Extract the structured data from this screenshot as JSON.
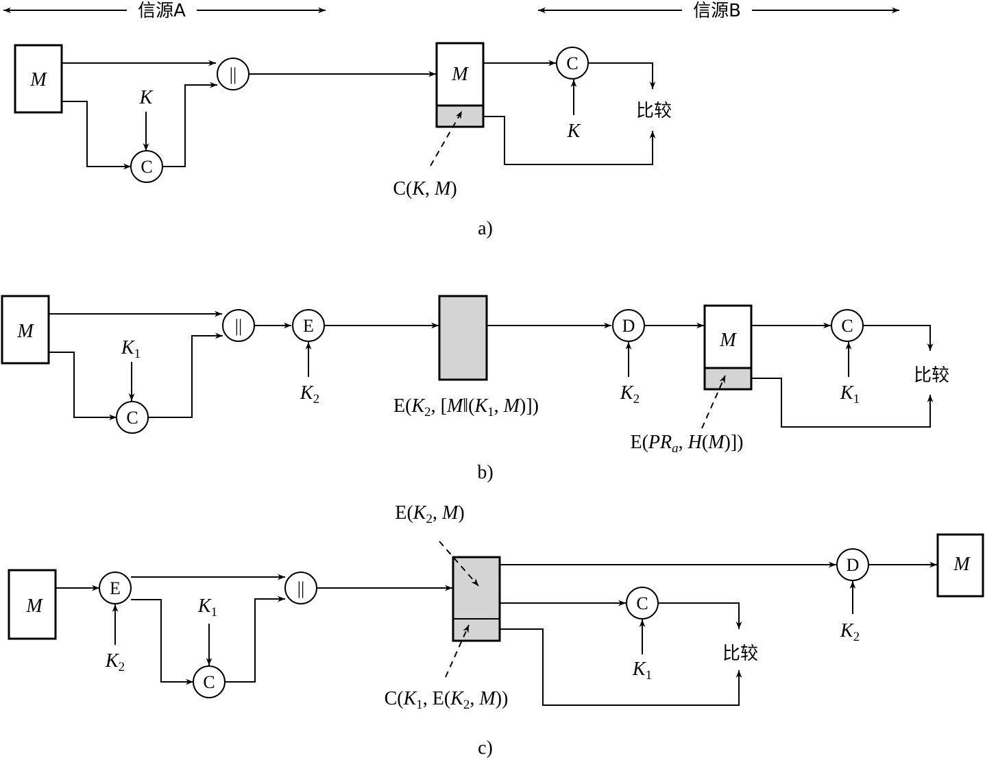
{
  "header": {
    "source_a": "信源A",
    "source_b": "信源B"
  },
  "symbols": {
    "message": "M",
    "concat": "||",
    "mac": "C",
    "encrypt": "E",
    "decrypt": "D",
    "compare": "比较"
  },
  "keys": {
    "k": "K",
    "k_base": "K",
    "k1_sub": "1",
    "k2_sub": "2"
  },
  "panel_a": {
    "caption": "a)",
    "mac_label": {
      "prefix": "C(",
      "k": "K",
      "sep": ", ",
      "m": "M",
      "suffix": ")"
    }
  },
  "panel_b": {
    "caption": "b)",
    "cipher_label": {
      "p1": "E(",
      "k": "K",
      "sub": "2",
      "p2": ", [",
      "m": "M",
      "p3": "‖(",
      "k1": "K",
      "sub1": "1",
      "p4": ", ",
      "m2": "M",
      "p5": ")])"
    },
    "sig_label": {
      "p1": "E(",
      "pr": "PR",
      "sub": "a",
      "p2": ", ",
      "h": "H",
      "p3": "(",
      "m": "M",
      "p4": ")])"
    }
  },
  "panel_c": {
    "caption": "c)",
    "enc_label": {
      "p1": "E(",
      "k": "K",
      "sub": "2",
      "p2": ", ",
      "m": "M",
      "p3": ")"
    },
    "mac_label": {
      "p1": "C(",
      "k": "K",
      "sub": "1",
      "p2": ", E(",
      "k2": "K",
      "sub2": "2",
      "p3": ", ",
      "m": "M",
      "p4": "))"
    }
  },
  "colors": {
    "line": "#000000",
    "shaded": "#d4d4d4",
    "background": "#ffffff"
  }
}
